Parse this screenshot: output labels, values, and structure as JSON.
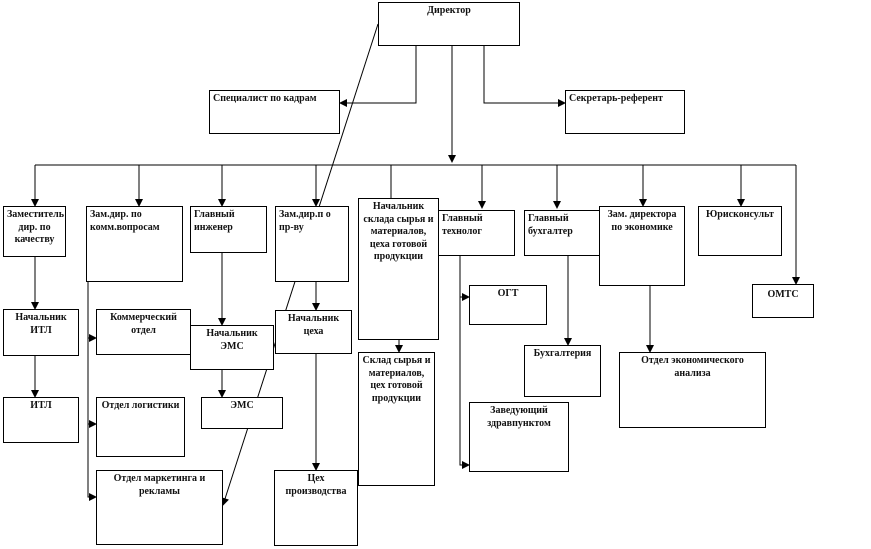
{
  "org_chart": {
    "director": "Директор",
    "hr_specialist": "Специалист по кадрам",
    "secretary": "Секретарь-референт",
    "deputy_quality": "Заместитель дир. по качеству",
    "deputy_commercial": "Зам.дир. по комм.вопросам",
    "chief_engineer": "Главный инженер",
    "deputy_production": "Зам.дир.п о пр-ву",
    "head_warehouse": "Начальник склада сырья и материалов, цеха готовой продукции",
    "chief_technologist": "Главный технолог",
    "chief_accountant": "Главный бухгалтер",
    "deputy_economics": "Зам. директора по экономике",
    "legal_advisor": "Юрисконсульт",
    "head_itl": "Начальник ИТЛ",
    "commercial_dept": "Коммерческий отдел",
    "head_ems": "Начальник ЭМС",
    "shop_head": "Начальник цеха",
    "ogt": "ОГТ",
    "omts": "ОМТС",
    "itl": "ИТЛ",
    "logistics_dept": "Отдел логистики",
    "ems": "ЭМС",
    "warehouse": "Склад сырья и материалов, цех готовой продукции",
    "accounting": "Бухгалтерия",
    "economic_analysis": "Отдел экономического анализа",
    "health_post_head": "Заведующий здравпунктом",
    "production_shop": "Цех производства",
    "marketing_dept": "Отдел маркетинга и рекламы"
  }
}
